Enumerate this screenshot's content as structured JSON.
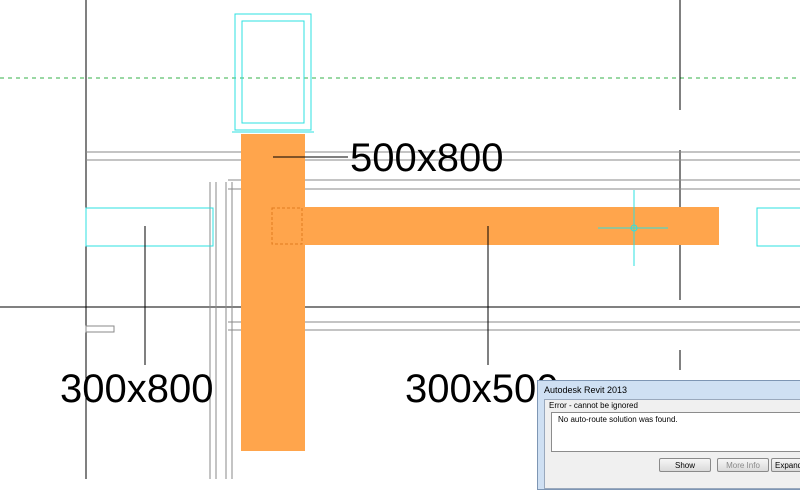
{
  "colors": {
    "beam_fill": "#ffa54c",
    "outline_cyan": "#2ee0e0",
    "grid_green": "#36b04a",
    "line_black": "#000000",
    "wall_gray": "#8a8a8a"
  },
  "tags": {
    "top": "500x800",
    "left": "300x800",
    "right": "300x500"
  },
  "dialog": {
    "title": "Autodesk Revit 2013",
    "subtitle": "Error - cannot be ignored",
    "message": "No auto-route solution was found.",
    "buttons": {
      "show": "Show",
      "more_info": "More Info",
      "expand": "Expand"
    }
  }
}
